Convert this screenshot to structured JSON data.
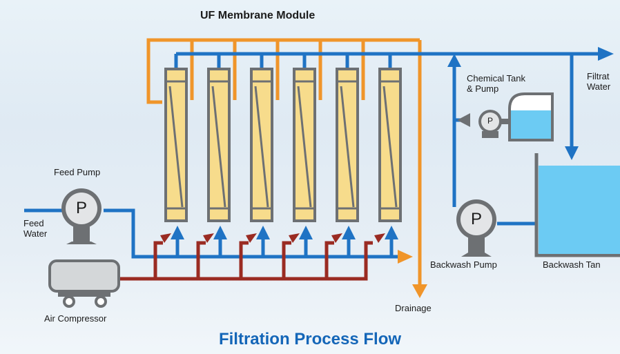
{
  "title": "UF Membrane Module",
  "footer_title": "Filtration Process Flow",
  "labels": {
    "feed_pump": "Feed Pump",
    "feed_water": "Feed\nWater",
    "air_compressor": "Air Compressor",
    "drainage": "Drainage",
    "chemical_tank": "Chemical Tank\n& Pump",
    "filtrate_water": "Filtrat\nWater",
    "backwash_pump": "Backwash Pump",
    "backwash_tank": "Backwash Tan"
  },
  "pump_symbol": "P",
  "colors": {
    "feed_line": "#1f73c4",
    "air_line": "#9a2b22",
    "drain_line": "#f0952a",
    "module_fill": "#f7dc8c",
    "module_frame": "#6d7073",
    "tank_water": "#6ccbf3",
    "title_blue": "#1466b8"
  },
  "module_count": 6
}
